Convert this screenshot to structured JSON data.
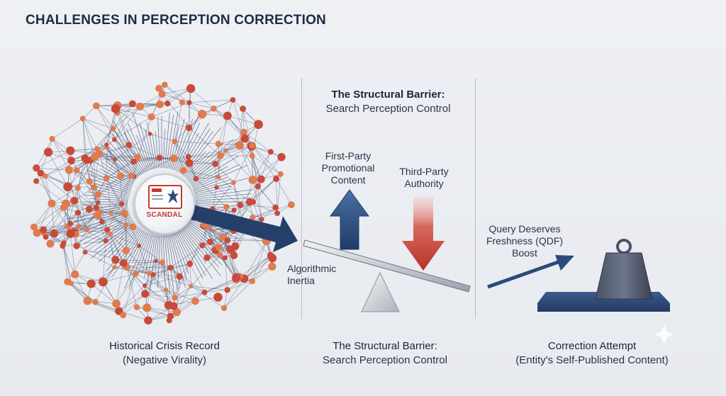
{
  "title": "CHALLENGES IN PERCEPTION CORRECTION",
  "network": {
    "badge_text": "SCANDAL",
    "caption_line1": "Historical Crisis Record",
    "caption_line2": "(Negative Virality)"
  },
  "barrier": {
    "heading_line1": "The Structural Barrier:",
    "heading_line2": "Search Perception Control",
    "up_label": [
      "First-Party",
      "Promotional",
      "Content"
    ],
    "down_label": [
      "Third-Party",
      "Authority"
    ],
    "inertia_label": [
      "Algorithmic",
      "Inertia"
    ],
    "caption_line1": "The Structural Barrier:",
    "caption_line2": "Search Perception Control"
  },
  "correction": {
    "qdf_label": [
      "Query Deserves",
      "Freshness (QDF)",
      "Boost"
    ],
    "caption_line1": "Correction Attempt",
    "caption_line2": "(Entity's Self-Published Content)"
  },
  "colors": {
    "navy": "#2b4a7a",
    "red": "#c23a33",
    "node_red": "#c94a3a",
    "node_orange": "#e07a4f",
    "edge": "#3d4d6e"
  }
}
